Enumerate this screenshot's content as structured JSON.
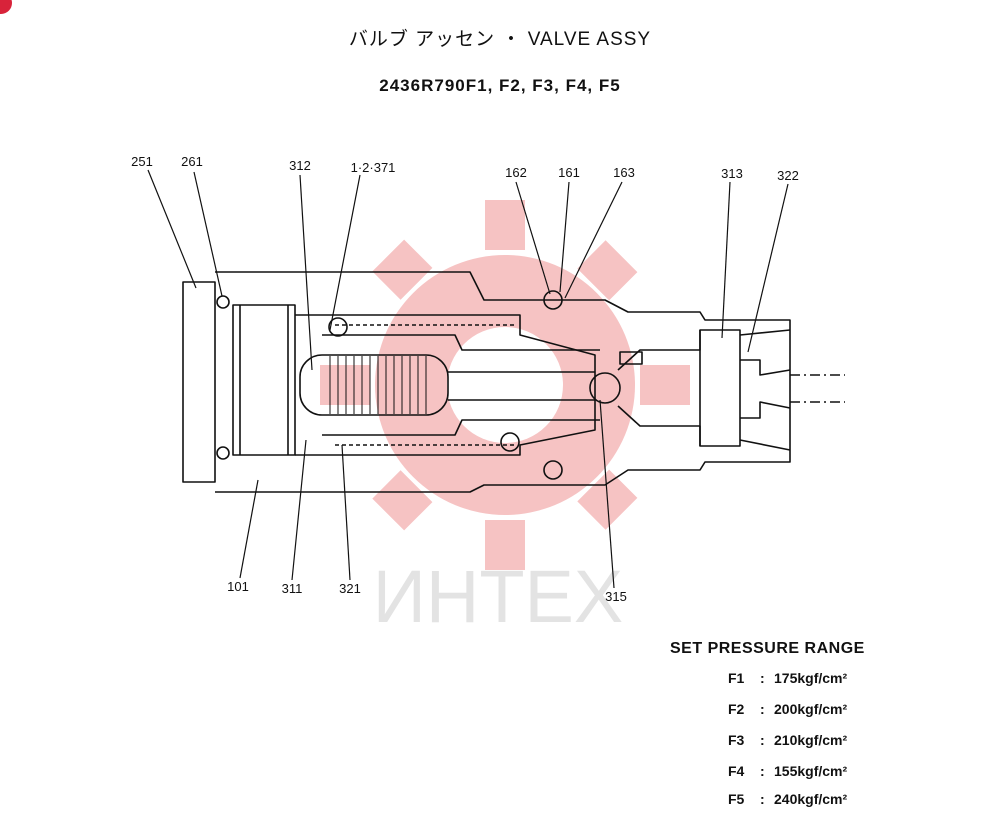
{
  "header": {
    "title": "バルブ アッセン ・ VALVE ASSY",
    "part_numbers": "2436R790F1, F2, F3, F4, F5"
  },
  "callouts": {
    "c251": "251",
    "c261": "261",
    "c312": "312",
    "c371": "1·2·371",
    "c162": "162",
    "c161": "161",
    "c163": "163",
    "c313": "313",
    "c322": "322",
    "c101": "101",
    "c311": "311",
    "c321": "321",
    "c315": "315"
  },
  "watermark": {
    "text": "ИНТЕХ",
    "color": "#f4b6b6"
  },
  "pressure_range": {
    "title": "SET PRESSURE RANGE",
    "rows": [
      {
        "code": "F1",
        "sep": ":",
        "value": "175kgf/cm²"
      },
      {
        "code": "F2",
        "sep": ":",
        "value": "200kgf/cm²"
      },
      {
        "code": "F3",
        "sep": ":",
        "value": "210kgf/cm²"
      },
      {
        "code": "F4",
        "sep": ":",
        "value": "155kgf/cm²"
      },
      {
        "code": "F5",
        "sep": ":",
        "value": "240kgf/cm²"
      }
    ]
  },
  "colors": {
    "corner_mark": "#d8233a",
    "line": "#111111"
  }
}
